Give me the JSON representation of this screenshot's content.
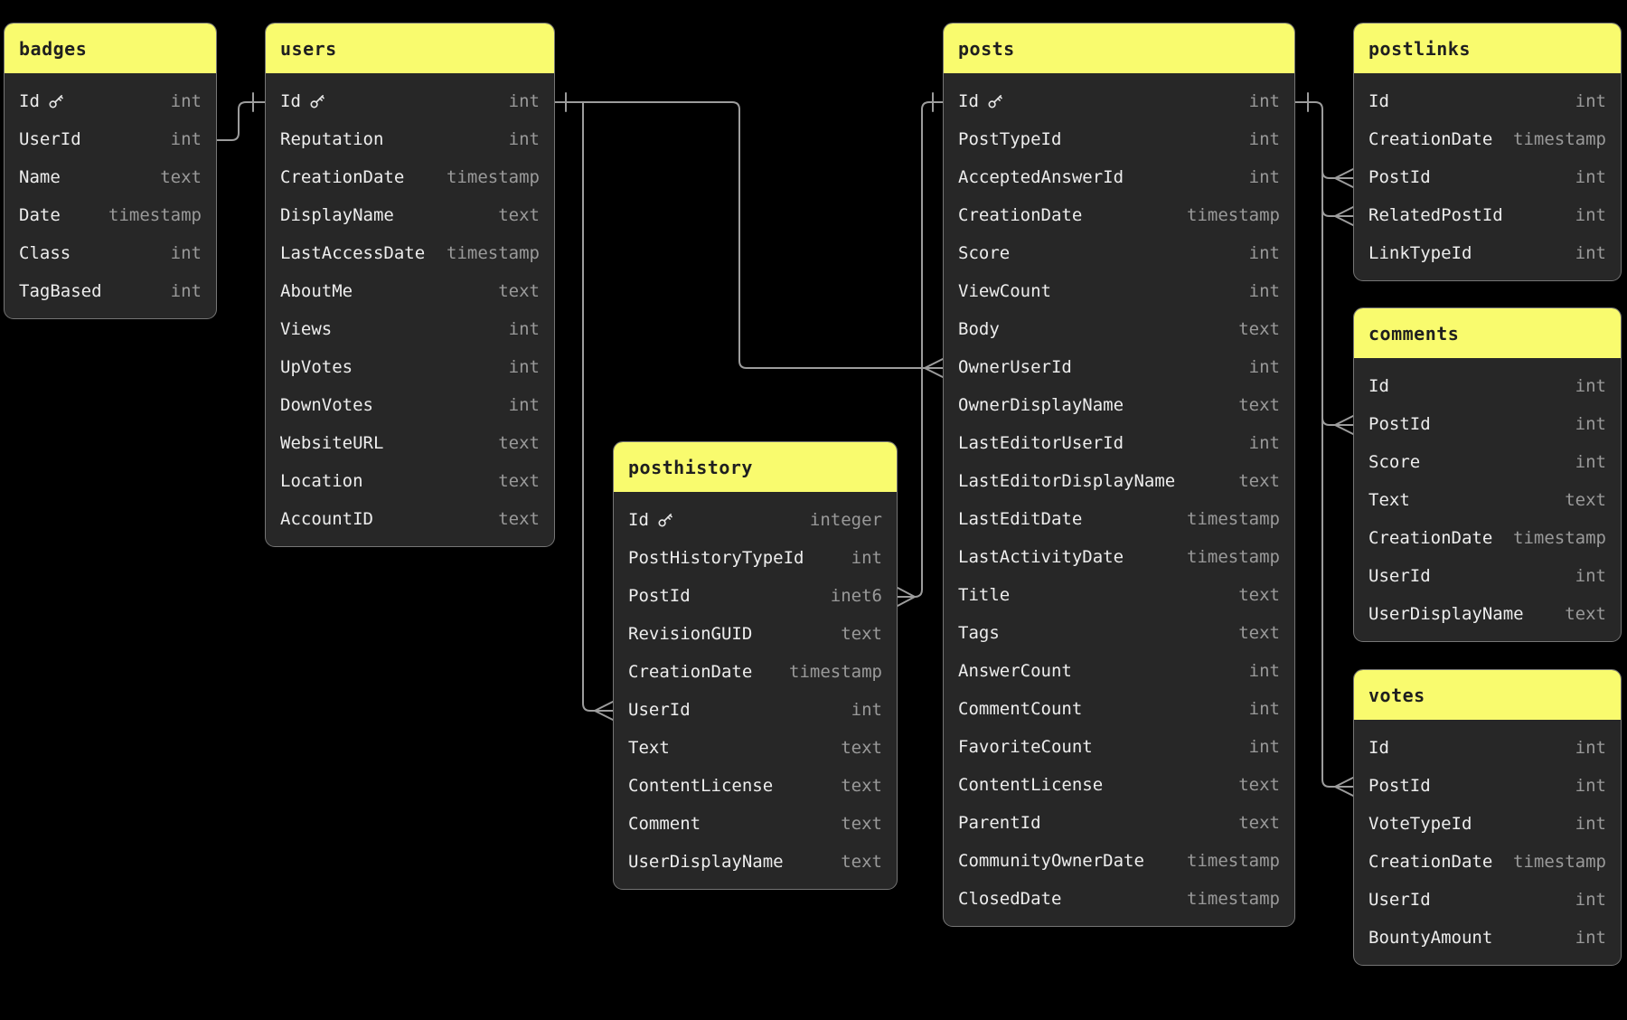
{
  "diagram": {
    "title": "database schema diagram",
    "colors": {
      "background": "#000000",
      "table_header": "#f9fb6e",
      "table_body": "#272727",
      "table_border": "#757575",
      "column_name_text": "#ededed",
      "column_type_text": "#9a9a9a",
      "header_text": "#1f1f1f",
      "relationship_line": "#9c9c9c"
    },
    "tables": [
      {
        "id": "badges",
        "name": "badges",
        "columns": [
          {
            "name": "Id",
            "type": "int",
            "key": true
          },
          {
            "name": "UserId",
            "type": "int"
          },
          {
            "name": "Name",
            "type": "text"
          },
          {
            "name": "Date",
            "type": "timestamp"
          },
          {
            "name": "Class",
            "type": "int"
          },
          {
            "name": "TagBased",
            "type": "int"
          }
        ]
      },
      {
        "id": "users",
        "name": "users",
        "columns": [
          {
            "name": "Id",
            "type": "int",
            "key": true
          },
          {
            "name": "Reputation",
            "type": "int"
          },
          {
            "name": "CreationDate",
            "type": "timestamp"
          },
          {
            "name": "DisplayName",
            "type": "text"
          },
          {
            "name": "LastAccessDate",
            "type": "timestamp"
          },
          {
            "name": "AboutMe",
            "type": "text"
          },
          {
            "name": "Views",
            "type": "int"
          },
          {
            "name": "UpVotes",
            "type": "int"
          },
          {
            "name": "DownVotes",
            "type": "int"
          },
          {
            "name": "WebsiteURL",
            "type": "text"
          },
          {
            "name": "Location",
            "type": "text"
          },
          {
            "name": "AccountID",
            "type": "text"
          }
        ]
      },
      {
        "id": "posthistory",
        "name": "posthistory",
        "columns": [
          {
            "name": "Id",
            "type": "integer",
            "key": true
          },
          {
            "name": "PostHistoryTypeId",
            "type": "int"
          },
          {
            "name": "PostId",
            "type": "inet6"
          },
          {
            "name": "RevisionGUID",
            "type": "text"
          },
          {
            "name": "CreationDate",
            "type": "timestamp"
          },
          {
            "name": "UserId",
            "type": "int"
          },
          {
            "name": "Text",
            "type": "text"
          },
          {
            "name": "ContentLicense",
            "type": "text"
          },
          {
            "name": "Comment",
            "type": "text"
          },
          {
            "name": "UserDisplayName",
            "type": "text"
          }
        ]
      },
      {
        "id": "posts",
        "name": "posts",
        "columns": [
          {
            "name": "Id",
            "type": "int",
            "key": true
          },
          {
            "name": "PostTypeId",
            "type": "int"
          },
          {
            "name": "AcceptedAnswerId",
            "type": "int"
          },
          {
            "name": "CreationDate",
            "type": "timestamp"
          },
          {
            "name": "Score",
            "type": "int"
          },
          {
            "name": "ViewCount",
            "type": "int"
          },
          {
            "name": "Body",
            "type": "text"
          },
          {
            "name": "OwnerUserId",
            "type": "int"
          },
          {
            "name": "OwnerDisplayName",
            "type": "text"
          },
          {
            "name": "LastEditorUserId",
            "type": "int"
          },
          {
            "name": "LastEditorDisplayName",
            "type": "text"
          },
          {
            "name": "LastEditDate",
            "type": "timestamp"
          },
          {
            "name": "LastActivityDate",
            "type": "timestamp"
          },
          {
            "name": "Title",
            "type": "text"
          },
          {
            "name": "Tags",
            "type": "text"
          },
          {
            "name": "AnswerCount",
            "type": "int"
          },
          {
            "name": "CommentCount",
            "type": "int"
          },
          {
            "name": "FavoriteCount",
            "type": "int"
          },
          {
            "name": "ContentLicense",
            "type": "text"
          },
          {
            "name": "ParentId",
            "type": "text"
          },
          {
            "name": "CommunityOwnerDate",
            "type": "timestamp"
          },
          {
            "name": "ClosedDate",
            "type": "timestamp"
          }
        ]
      },
      {
        "id": "postlinks",
        "name": "postlinks",
        "columns": [
          {
            "name": "Id",
            "type": "int"
          },
          {
            "name": "CreationDate",
            "type": "timestamp"
          },
          {
            "name": "PostId",
            "type": "int"
          },
          {
            "name": "RelatedPostId",
            "type": "int"
          },
          {
            "name": "LinkTypeId",
            "type": "int"
          }
        ]
      },
      {
        "id": "comments",
        "name": "comments",
        "columns": [
          {
            "name": "Id",
            "type": "int"
          },
          {
            "name": "PostId",
            "type": "int"
          },
          {
            "name": "Score",
            "type": "int"
          },
          {
            "name": "Text",
            "type": "text"
          },
          {
            "name": "CreationDate",
            "type": "timestamp"
          },
          {
            "name": "UserId",
            "type": "int"
          },
          {
            "name": "UserDisplayName",
            "type": "text"
          }
        ]
      },
      {
        "id": "votes",
        "name": "votes",
        "columns": [
          {
            "name": "Id",
            "type": "int"
          },
          {
            "name": "PostId",
            "type": "int"
          },
          {
            "name": "VoteTypeId",
            "type": "int"
          },
          {
            "name": "CreationDate",
            "type": "timestamp"
          },
          {
            "name": "UserId",
            "type": "int"
          },
          {
            "name": "BountyAmount",
            "type": "int"
          }
        ]
      }
    ],
    "relationships": [
      {
        "from": "badges.UserId",
        "to": "users.Id",
        "from_marker": "none",
        "to_marker": "one"
      },
      {
        "from": "users.Id",
        "to": "posts.OwnerUserId",
        "from_marker": "one",
        "to_marker": "many"
      },
      {
        "from": "users.Id",
        "to": "posthistory.UserId",
        "from_marker": "one",
        "to_marker": "many"
      },
      {
        "from": "posts.Id",
        "to": "posthistory.PostId",
        "from_marker": "one",
        "to_marker": "many"
      },
      {
        "from": "posts.Id",
        "to": "postlinks.PostId",
        "from_marker": "one",
        "to_marker": "many"
      },
      {
        "from": "posts.Id",
        "to": "postlinks.RelatedPostId",
        "from_marker": "one",
        "to_marker": "many"
      },
      {
        "from": "posts.Id",
        "to": "comments.PostId",
        "from_marker": "one",
        "to_marker": "many"
      },
      {
        "from": "posts.Id",
        "to": "votes.PostId",
        "from_marker": "one",
        "to_marker": "many"
      }
    ]
  }
}
